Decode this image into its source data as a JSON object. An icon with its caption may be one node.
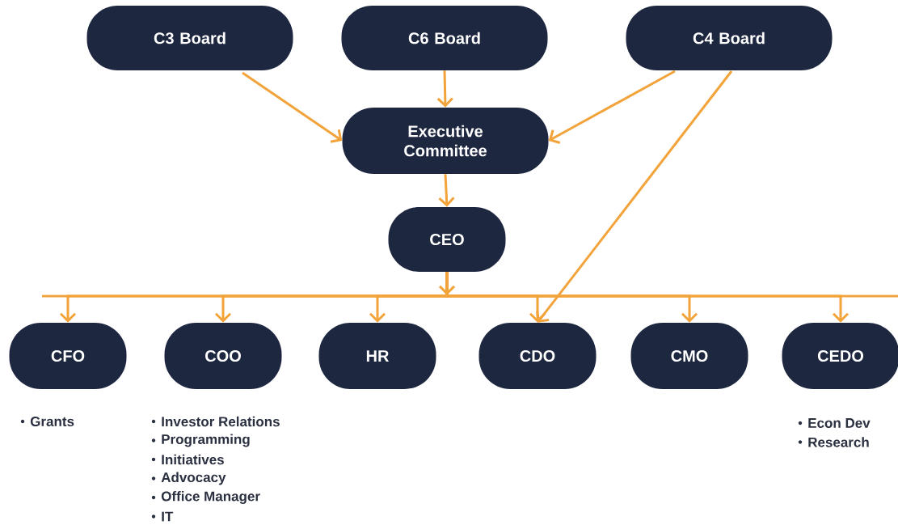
{
  "diagram": {
    "nodes": [
      {
        "text": [
          "C3 Board"
        ]
      },
      {
        "text": [
          "C6 Board"
        ]
      },
      {
        "text": [
          "C4 Board"
        ]
      },
      {
        "text": [
          "Executive Committee"
        ]
      },
      {
        "text": [
          "CEO"
        ]
      },
      {
        "text": [
          "CFO"
        ],
        "beside": [
          "Grants"
        ]
      },
      {
        "text": [
          "COO"
        ],
        "beside": [
          "Investor Relations",
          "Programming",
          "Initiatives",
          "Advocacy",
          "Office Manager",
          "IT"
        ]
      },
      {
        "text": [
          "HR"
        ]
      },
      {
        "text": [
          "CDO"
        ]
      },
      {
        "text": [
          "CMO"
        ]
      },
      {
        "text": [
          "CEDO"
        ],
        "beside": [
          "Econ Dev",
          "Research"
        ]
      }
    ],
    "edges": [
      {
        "from": 0,
        "to": 3,
        "arrow": "to"
      },
      {
        "from": 1,
        "to": 3,
        "arrow": "to"
      },
      {
        "from": 2,
        "to": 3,
        "arrow": "to"
      },
      {
        "from": 3,
        "to": 4,
        "arrow": "to"
      },
      {
        "from": 2,
        "to": 8,
        "arrow": "to"
      },
      {
        "from": 4,
        "to": 5,
        "arrow": "to"
      },
      {
        "from": 4,
        "to": 6,
        "arrow": "to"
      },
      {
        "from": 4,
        "to": 7,
        "arrow": "to"
      },
      {
        "from": 4,
        "to": 8,
        "arrow": "to"
      },
      {
        "from": 4,
        "to": 9,
        "arrow": "to"
      },
      {
        "from": 4,
        "to": 10,
        "arrow": "to"
      }
    ]
  }
}
